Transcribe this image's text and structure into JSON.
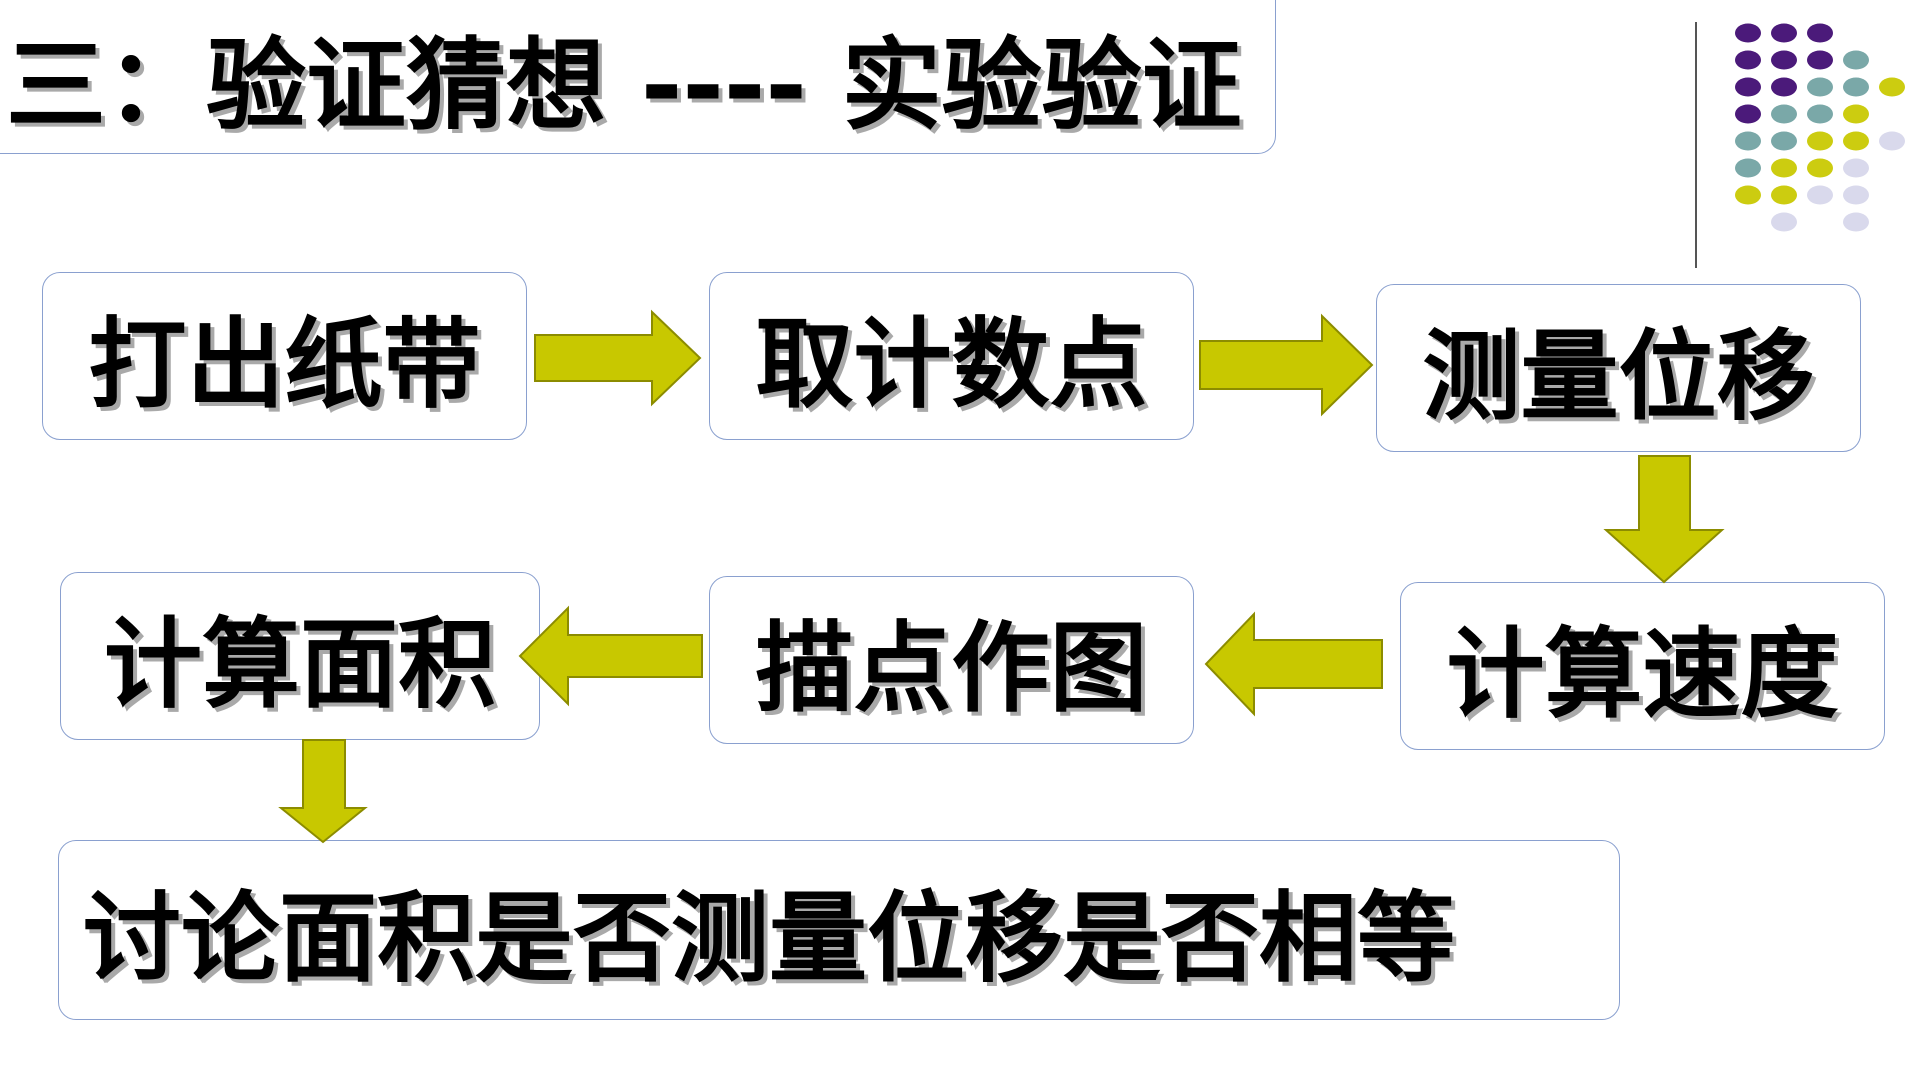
{
  "title": "三：验证猜想 ---- 实验验证",
  "steps": [
    {
      "label": "打出纸带"
    },
    {
      "label": "取计数点"
    },
    {
      "label": "测量位移"
    },
    {
      "label": "计算速度"
    },
    {
      "label": "描点作图"
    },
    {
      "label": "计算面积"
    },
    {
      "label": "讨论面积是否测量位移是否相等"
    }
  ],
  "colors": {
    "arrow_fill": "#c8c800",
    "arrow_stroke": "#8c8c00",
    "box_border": "#8aa0cf",
    "dot_purple": "#4b1a7a",
    "dot_teal": "#7aa8a8",
    "dot_yellow": "#cccc10",
    "dot_lavender": "#d9d9ec"
  }
}
